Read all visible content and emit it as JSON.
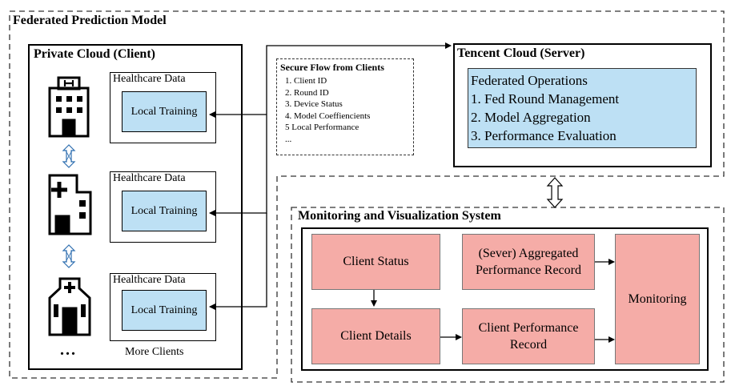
{
  "outer_title": "Federated Prediction Model",
  "private_cloud": {
    "title": "Private Cloud (Client)",
    "clients": [
      {
        "data_label": "Healthcare Data",
        "training_label": "Local Training"
      },
      {
        "data_label": "Healthcare Data",
        "training_label": "Local Training"
      },
      {
        "data_label": "Healthcare Data",
        "training_label": "Local Training"
      }
    ],
    "ellipsis": "...",
    "more_clients": "More Clients"
  },
  "secure_flow": {
    "title": "Secure Flow from Clients",
    "items": [
      "1. Client ID",
      "2. Round ID",
      "3. Device Status",
      "4. Model Coeffiencients",
      "5 Local Performance",
      "..."
    ]
  },
  "server": {
    "title": "Tencent Cloud (Server)",
    "ops_title": "Federated Operations",
    "ops": [
      "1. Fed Round Management",
      "2. Model Aggregation",
      "3. Performance Evaluation"
    ]
  },
  "monitoring": {
    "title": "Monitoring and Visualization System",
    "client_status": "Client Status",
    "client_details": "Client Details",
    "aggregated_record": "(Sever) Aggregated Performance Record",
    "client_perf_record": "Client Performance Record",
    "monitoring": "Monitoring"
  }
}
